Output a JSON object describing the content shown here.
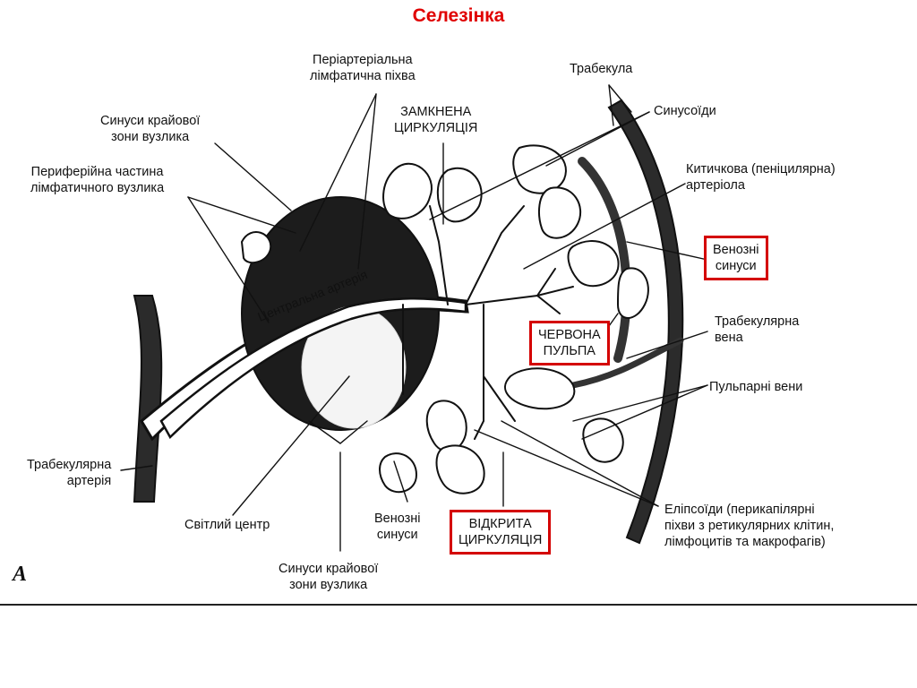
{
  "title": "Селезінка",
  "colors": {
    "title": "#e00000",
    "highlight_box": "#d40000",
    "ink": "#111111"
  },
  "panel_letter": "A",
  "labels": {
    "periarterial_sheath": [
      "Періартеріальна",
      "лімфатична піхва"
    ],
    "closed_circulation": [
      "ЗАМКНЕНА",
      "ЦИРКУЛЯЦІЯ"
    ],
    "trabecula": "Трабекула",
    "sinusoids": "Синусоїди",
    "penicillar_arteriole": [
      "Китичкова (пеніцилярна)",
      "артеріола"
    ],
    "venous_sinuses_right": [
      "Венозні",
      "синуси"
    ],
    "trabecular_vein": [
      "Трабекулярна",
      "вена"
    ],
    "pulp_veins": "Пульпарні вени",
    "ellipsoids": [
      "Еліпсоїди (перикапілярні",
      "піхви з ретикулярних клітин,",
      "лімфоцитів та макрофагів)"
    ],
    "open_circulation": [
      "ВІДКРИТА",
      "ЦИРКУЛЯЦІЯ"
    ],
    "venous_sinuses_bottom": [
      "Венозні",
      "синуси"
    ],
    "marginal_sinuses_bottom": [
      "Синуси крайової",
      "зони вузлика"
    ],
    "germinal_center": "Світлий центр",
    "trabecular_artery": [
      "Трабекулярна",
      "артерія"
    ],
    "marginal_sinuses_top": [
      "Синуси крайової",
      "зони вузлика"
    ],
    "peripheral_part": [
      "Периферійна частина",
      "лімфатичного вузлика"
    ],
    "red_pulp": [
      "ЧЕРВОНА",
      "ПУЛЬПА"
    ],
    "central_artery": "Центральна артерія"
  }
}
